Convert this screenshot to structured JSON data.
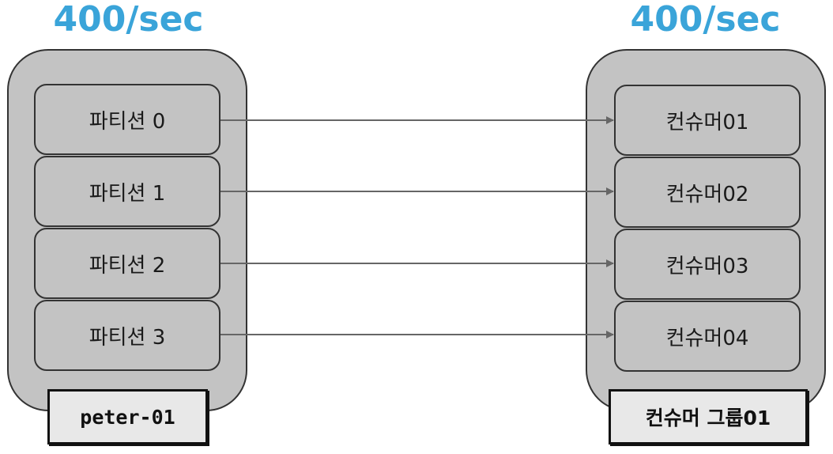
{
  "left_rate": "400/sec",
  "right_rate": "400/sec",
  "partitions": [
    {
      "label": "파티션 0"
    },
    {
      "label": "파티션 1"
    },
    {
      "label": "파티션 2"
    },
    {
      "label": "파티션 3"
    }
  ],
  "consumers": [
    {
      "label": "컨슈머01"
    },
    {
      "label": "컨슈머02"
    },
    {
      "label": "컨슈머03"
    },
    {
      "label": "컨슈머04"
    }
  ],
  "topic_name": "peter-01",
  "consumer_group_name": "컨슈머 그룹01",
  "colors": {
    "rate_text": "#3aa4d9",
    "box_fill": "#c3c3c3",
    "tag_fill": "#e8e8e8",
    "arrow": "#666666"
  }
}
